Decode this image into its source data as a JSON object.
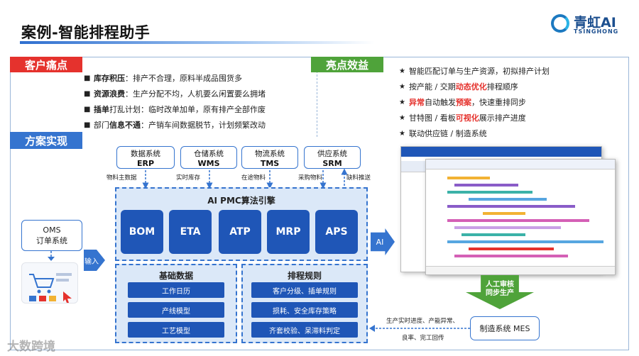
{
  "header": {
    "title": "案例-智能排程助手"
  },
  "logo": {
    "name": "青虹AI",
    "sub": "TSINGHONG"
  },
  "pain": {
    "label": "客户痛点",
    "items": [
      {
        "bold": "库存积压",
        "text": "：排产不合理，原料半成品囤货多"
      },
      {
        "bold": "资源浪费",
        "text": "：生产分配不均，人机要么闲置要么拥堵"
      },
      {
        "bold": "插单",
        "text": "打乱计划：临时改单加单，原有排产全部作废"
      },
      {
        "pre": "部门",
        "bold": "信息不通",
        "text": "：产销车间数据脱节，计划频繁改动"
      }
    ]
  },
  "highlight": {
    "label": "亮点效益",
    "items": [
      {
        "a": "智能匹配订单与生产资源，初拟排产计划",
        "hl": "",
        "b": ""
      },
      {
        "a": "按产能 / 交期",
        "hl": "动态优化",
        "b": "排程顺序"
      },
      {
        "pre": "异常",
        "a": "自动触发",
        "hl": "预案",
        "b": "，快速重排同步"
      },
      {
        "a": "甘特图 / 看板",
        "hl": "可视化",
        "b": "展示排产进度"
      },
      {
        "a": " 联动供应链 / 制造系统",
        "hl": "",
        "b": ""
      }
    ]
  },
  "solution": {
    "label": "方案实现"
  },
  "systems": [
    {
      "name": "数据系统",
      "code": "ERP"
    },
    {
      "name": "仓储系统",
      "code": "WMS"
    },
    {
      "name": "物流系统",
      "code": "TMS"
    },
    {
      "name": "供应系统",
      "code": "SRM"
    }
  ],
  "flows": {
    "f1": "物料主数据",
    "f2": "实时库存",
    "f3": "在途物料",
    "f4": "采购物料",
    "f5": "缺料推送"
  },
  "engine": {
    "title": "AI PMC算法引擎",
    "modules": [
      "BOM",
      "ETA",
      "ATP",
      "MRP",
      "APS"
    ]
  },
  "base": {
    "title": "基础数据",
    "items": [
      "工作日历",
      "产线模型",
      "工艺模型"
    ]
  },
  "rules": {
    "title": "排程规则",
    "items": [
      "客户分级、插单规则",
      "损耗、安全库存策略",
      "齐套校验、呆滞料判定"
    ]
  },
  "oms": {
    "line1": "OMS",
    "line2": "订单系统"
  },
  "input_label": "输入",
  "ai_label": "AI",
  "review": {
    "line1": "人工审核",
    "line2": "同步生产"
  },
  "mes": {
    "label": "制造系统 MES",
    "feedback1": "生产实时进度、产能异常、",
    "feedback2": "良率、完工回传"
  },
  "watermark": "大数跨境",
  "colors": {
    "red": "#e5322d",
    "green": "#4fa33a",
    "blue": "#3574cf",
    "navy": "#1f56b7"
  }
}
